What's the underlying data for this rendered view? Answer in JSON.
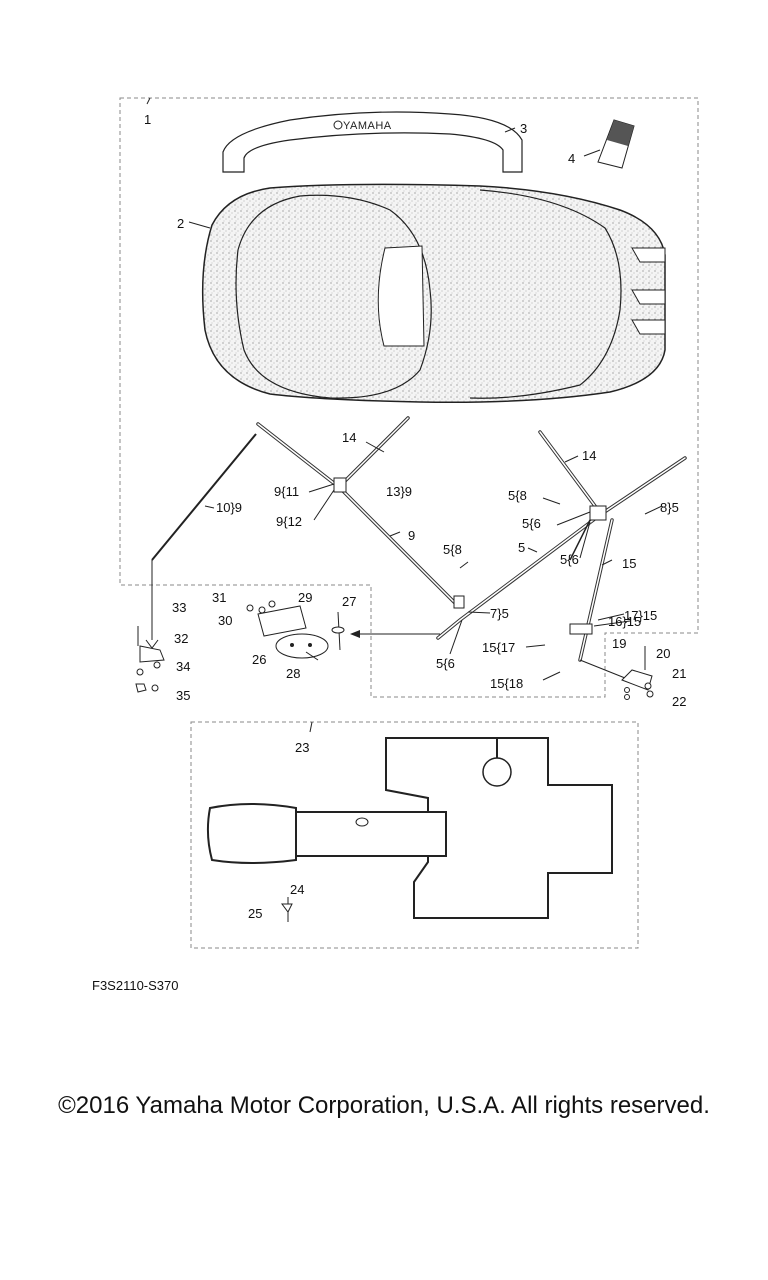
{
  "diagram": {
    "code": "F3S2110-S370",
    "logo": "YAMAHA",
    "callouts": {
      "c1": "1",
      "c2": "2",
      "c3": "3",
      "c4": "4",
      "c14a": "14",
      "c14b": "14",
      "c9_11": "9{11",
      "c13_9": "13}9",
      "c9_12": "9{12",
      "c9": "9",
      "c10_9": "10}9",
      "c5_8a": "5{8",
      "c8_5": "8}5",
      "c5_6a": "5{6",
      "c5_6b": "5{6",
      "c5": "5",
      "c15": "15",
      "c5_8b": "5{8",
      "c7_5": "7}5",
      "c5_6c": "5{6",
      "c16_15": "16}15",
      "c17_15": "17}15",
      "c15_17": "15{17",
      "c15_18": "15{18",
      "c19": "19",
      "c20": "20",
      "c21": "21",
      "c22": "22",
      "c31": "31",
      "c29": "29",
      "c27": "27",
      "c30": "30",
      "c26": "26",
      "c28": "28",
      "c33": "33",
      "c32": "32",
      "c34": "34",
      "c35": "35",
      "c23": "23",
      "c24": "24",
      "c25": "25"
    }
  },
  "footer": {
    "copyright": "©2016 Yamaha Motor Corporation, U.S.A. All rights reserved."
  }
}
